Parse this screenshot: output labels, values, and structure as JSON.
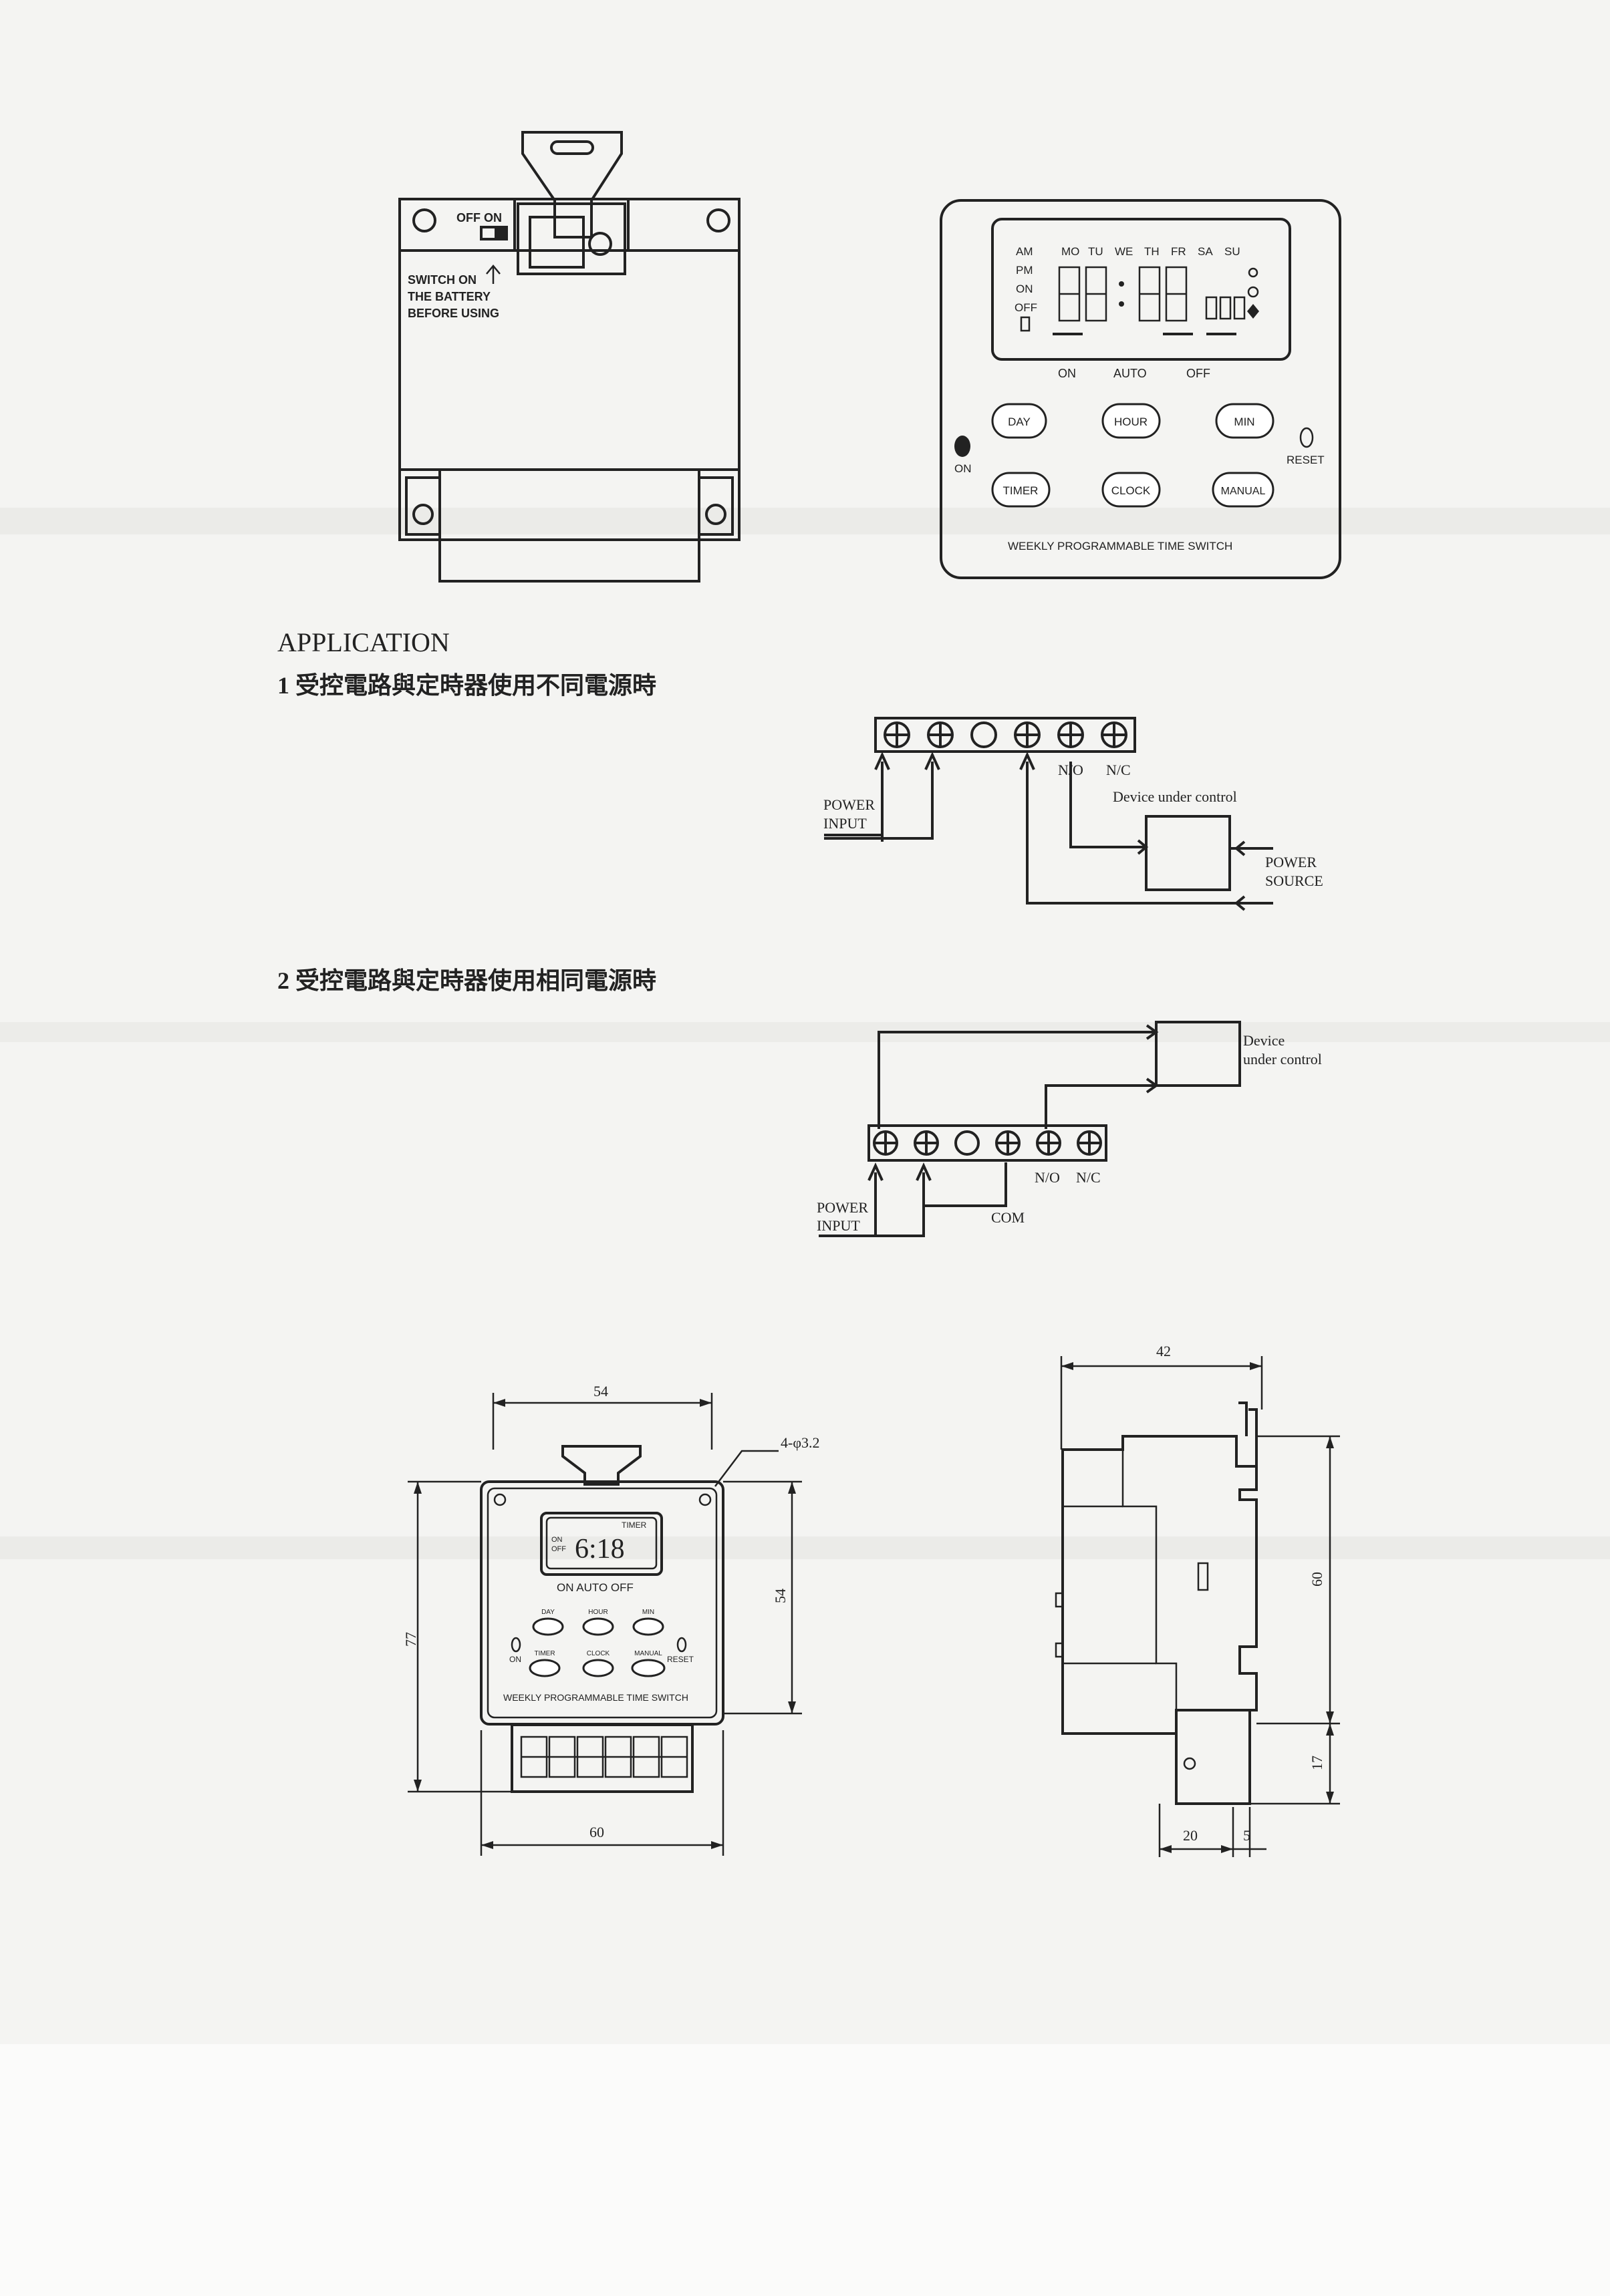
{
  "back_view": {
    "switch_label": "OFF ON",
    "note_line1": "SWITCH ON",
    "note_line2": "THE BATTERY",
    "note_line3": "BEFORE USING"
  },
  "front_panel": {
    "indicators": [
      "AM",
      "PM",
      "ON",
      "OFF"
    ],
    "days": [
      "MO",
      "TU",
      "WE",
      "TH",
      "FR",
      "SA",
      "SU"
    ],
    "modes": [
      "ON",
      "AUTO",
      "OFF"
    ],
    "buttons_row1": [
      "DAY",
      "HOUR",
      "MIN"
    ],
    "buttons_row2": [
      "TIMER",
      "CLOCK",
      "MANUAL"
    ],
    "on_label": "ON",
    "reset_label": "RESET",
    "title": "WEEKLY PROGRAMMABLE TIME SWITCH"
  },
  "application": {
    "heading": "APPLICATION",
    "case1": "1 受控電路與定時器使用不同電源時",
    "case2": "2 受控電路與定時器使用相同電源時"
  },
  "wiring1": {
    "no_label": "N/O",
    "nc_label": "N/C",
    "device_label": "Device under control",
    "power_input_line1": "POWER",
    "power_input_line2": "INPUT",
    "power_source_line1": "POWER",
    "power_source_line2": "SOURCE"
  },
  "wiring2": {
    "device_line1": "Device",
    "device_line2": "under control",
    "no_label": "N/O",
    "nc_label": "N/C",
    "power_input_line1": "POWER",
    "power_input_line2": "INPUT",
    "com_label": "COM"
  },
  "dims_front": {
    "width_top": "54",
    "hole": "4-φ3.2",
    "height_left": "77",
    "height_right": "54",
    "width_bottom": "60",
    "display_time": "6:18",
    "display_timer": "TIMER",
    "display_on": "ON",
    "display_off": "OFF",
    "mode_line": "ON AUTO OFF",
    "buttons_row1": [
      "DAY",
      "HOUR",
      "MIN"
    ],
    "buttons_row2": [
      "TIMER",
      "CLOCK",
      "MANUAL"
    ],
    "on_label": "ON",
    "reset_label": "RESET",
    "title": "WEEKLY PROGRAMMABLE TIME SWITCH"
  },
  "dims_side": {
    "depth": "42",
    "height_main": "60",
    "height_lower": "17",
    "width_base": "20",
    "width_small": "5"
  }
}
